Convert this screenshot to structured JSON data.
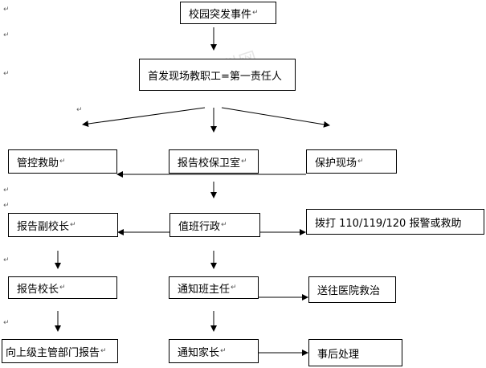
{
  "nodes": {
    "n_event": "校园突发事件",
    "n_first": "首发现场教职工=第一责任人",
    "n_control": "管控救助",
    "n_security": "报告校保卫室",
    "n_protect": "保护现场",
    "n_vice": "报告副校长",
    "n_duty": "值班行政",
    "n_call": "拨打 110/119/120  报警或救助",
    "n_principal": "报告校长",
    "n_teacher": "通知班主任",
    "n_hospital": "送往医院救治",
    "n_superior": "向上级主管部门报告",
    "n_parent": "通知家长",
    "n_after": "事后处理"
  },
  "paragraph_mark": "↵",
  "watermark": "学科网"
}
